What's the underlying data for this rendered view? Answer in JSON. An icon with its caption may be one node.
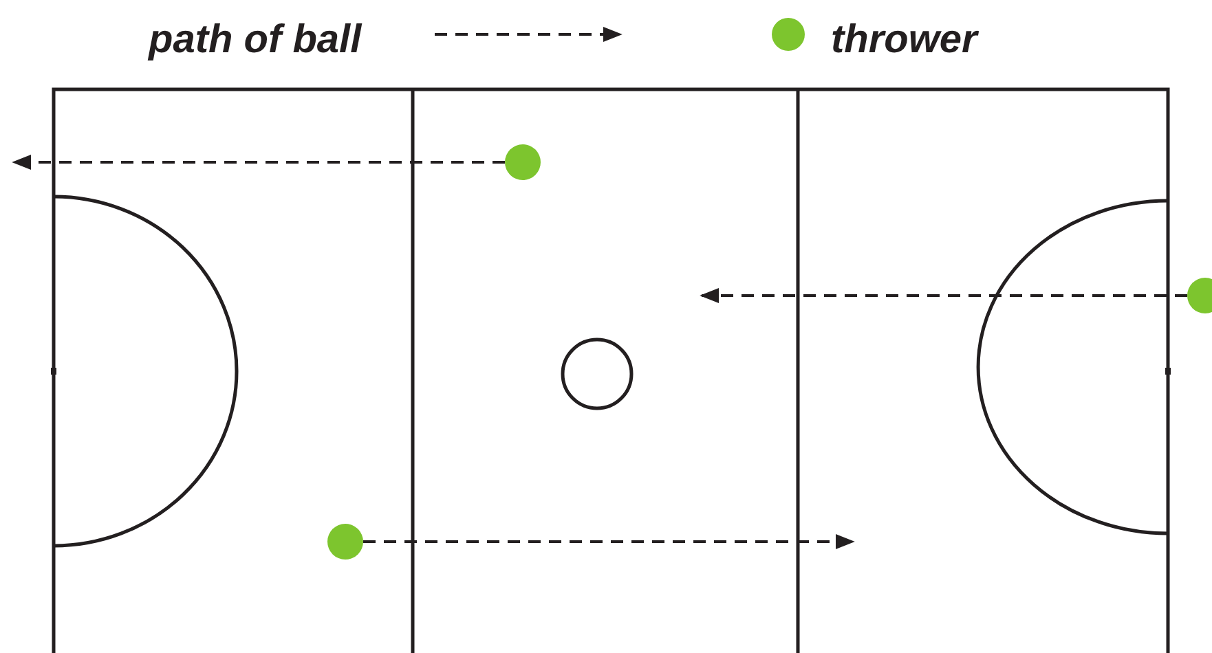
{
  "diagram": {
    "nodes": [
      {
        "text": [],
        "shape": "circle"
      },
      {
        "text": [],
        "shape": "circle"
      },
      {
        "text": [],
        "shape": "circle"
      }
    ],
    "edges": [
      {
        "from": 0,
        "to": null,
        "arrow": "to",
        "style": "dashed"
      },
      {
        "from": 1,
        "to": null,
        "arrow": "to",
        "style": "dashed"
      },
      {
        "from": 2,
        "to": null,
        "arrow": "to",
        "style": "dashed"
      }
    ],
    "legend": [
      {
        "text": "path of ball"
      },
      {
        "text": "thrower",
        "color": "#7dc52e"
      }
    ]
  }
}
